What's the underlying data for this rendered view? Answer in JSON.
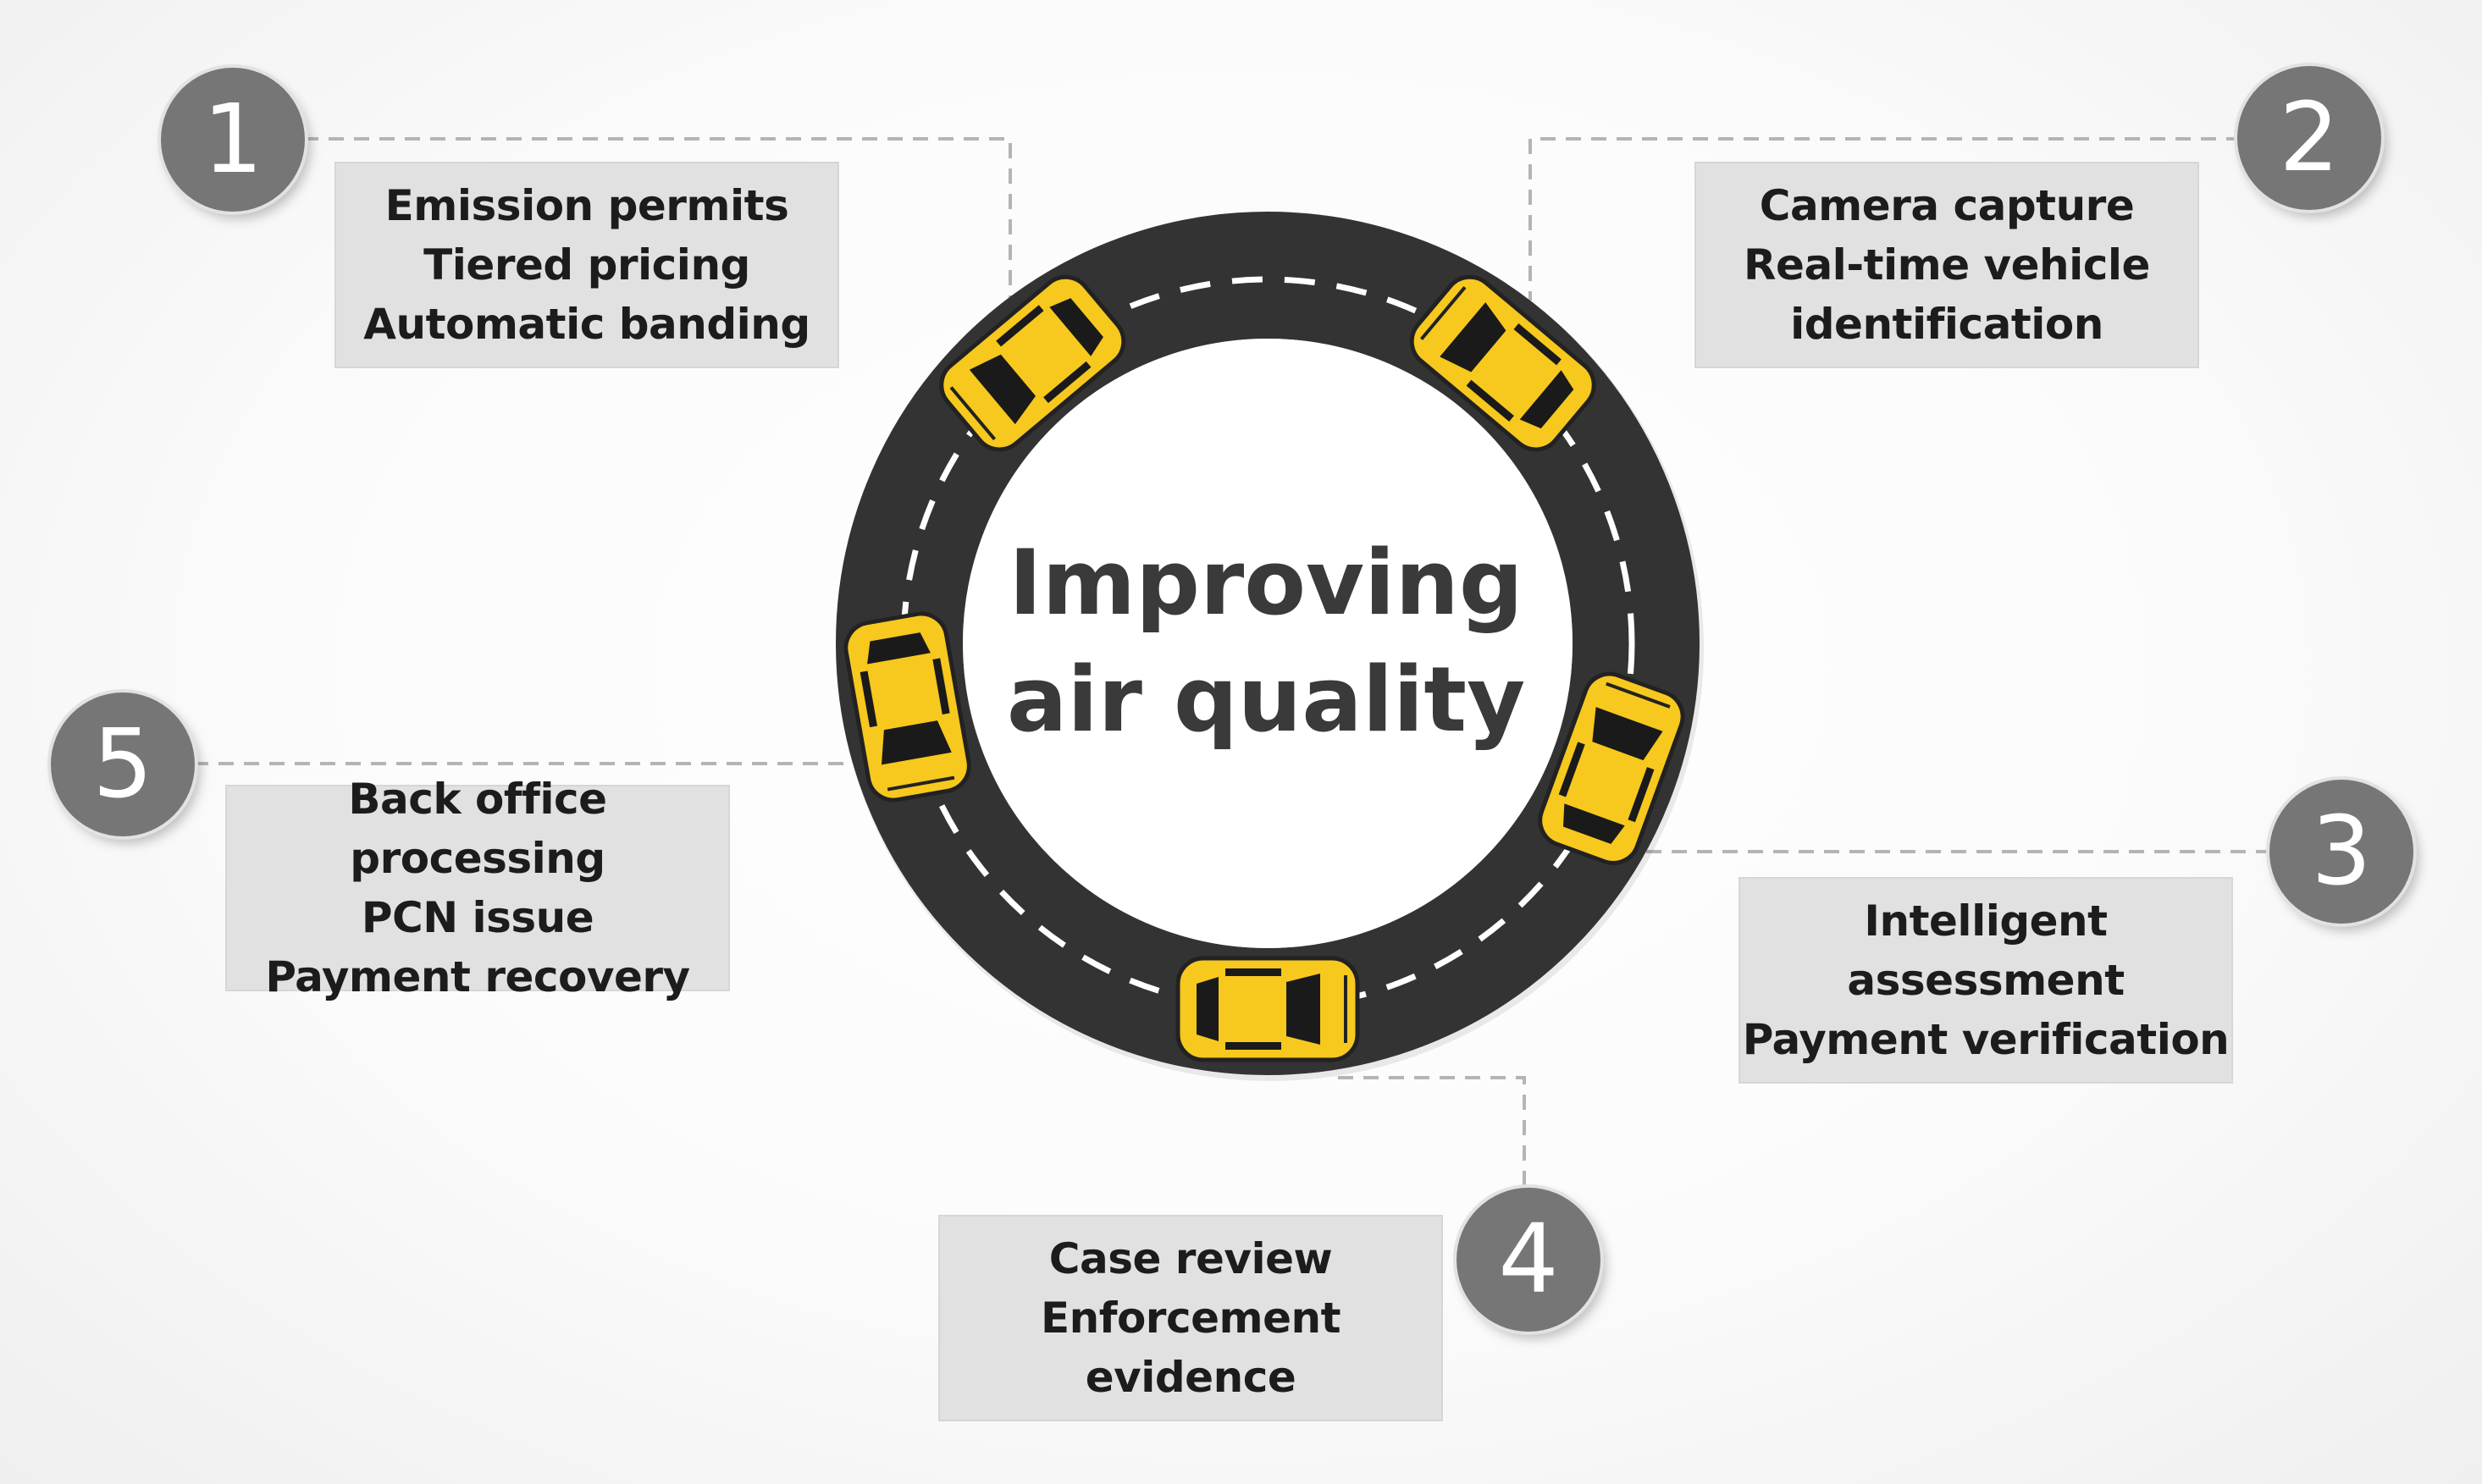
{
  "center": {
    "line1": "Improving",
    "line2": "air quality"
  },
  "steps": [
    {
      "number": "1",
      "lines": [
        "Emission permits",
        "Tiered pricing",
        "Automatic banding"
      ]
    },
    {
      "number": "2",
      "lines": [
        "Camera capture",
        "Real-time vehicle",
        "identification"
      ]
    },
    {
      "number": "3",
      "lines": [
        "Intelligent",
        "assessment",
        "Payment verification"
      ]
    },
    {
      "number": "4",
      "lines": [
        "Case review",
        "Enforcement",
        "evidence"
      ]
    },
    {
      "number": "5",
      "lines": [
        "Back office processing",
        "PCN issue",
        "Payment recovery"
      ]
    }
  ],
  "colors": {
    "road": "#333333",
    "lane_marking": "#ffffff",
    "car_body": "#f7c81e",
    "car_glass": "#1a1a1a",
    "badge": "#767676",
    "box": "#e1e1e1",
    "connector": "#b4b4b4"
  }
}
